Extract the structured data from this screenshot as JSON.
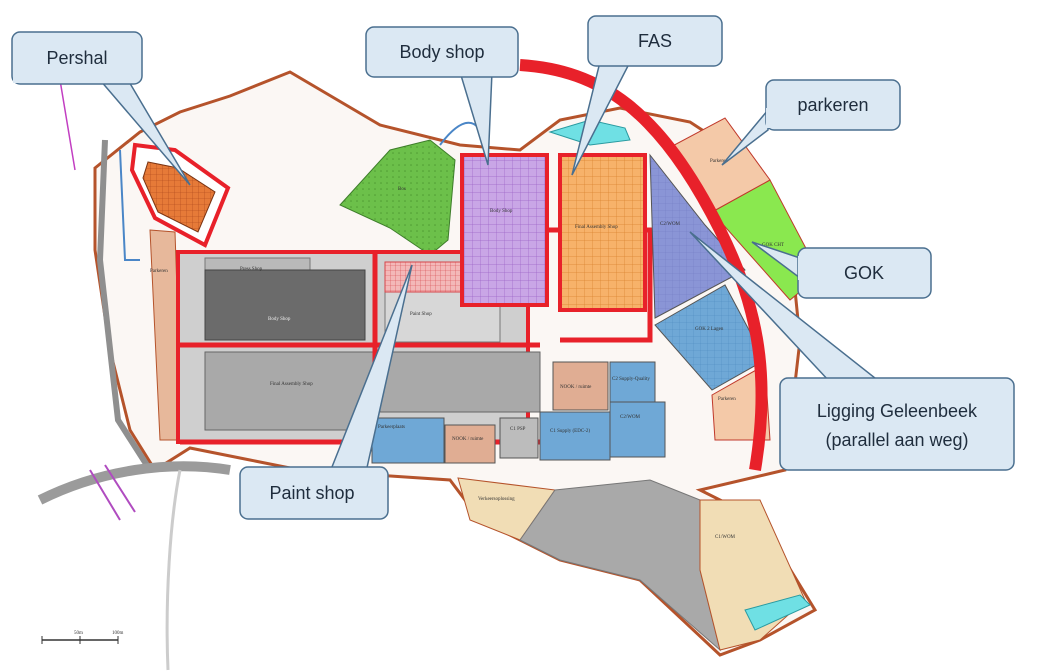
{
  "callouts": {
    "pershal": "Pershal",
    "body_shop": "Body shop",
    "fas": "FAS",
    "parkeren": "parkeren",
    "gok": "GOK",
    "geleenbeek_line1": "Ligging Geleenbeek",
    "geleenbeek_line2": "(parallel aan weg)",
    "paint_shop": "Paint shop"
  },
  "plan_labels": {
    "press_shop": "Press Shop",
    "body_shop_left": "Body Shop",
    "paint_shop_mid": "Paint Shop",
    "final_assembly_left": "Final Assembly Shop",
    "body_shop_top": "Body Shop",
    "final_assembly_top": "Final Assembly Shop",
    "parkeren_left": "Parkeren",
    "bos": "Bos",
    "c2wom": "C2/WOM",
    "gok_2lagen": "GOK 2 Lagen",
    "gok_cht": "GOK CHT",
    "parkeren_top": "Parkeren",
    "parkeren_right": "Parkeren",
    "nook_1": "NOOK / ruimte",
    "c2_supply": "C2 Supply-Quality",
    "c2wom_2": "C2/WOM",
    "c1_supply": "C1 Supply (EDC-2)",
    "c1_psp": "C1 PSP",
    "nook_2": "NOOK / ruimte",
    "parkeerplaats": "Parkeerplaats",
    "verkeersopl": "Verkeersoplossing",
    "c1wom": "C1/WOM"
  },
  "scale_bar": {
    "label_mid": "50m",
    "label_end": "100m"
  },
  "colors": {
    "callout_fill": "#dbe8f3",
    "callout_stroke": "#4a6f8f",
    "site_border": "#b5532b",
    "road_red": "#e8212a",
    "body_shop_purple": "#c9a6e6",
    "fas_orange": "#f7b26a",
    "c2wom_blue": "#8a95d6",
    "gok_blue": "#6fa8d6",
    "gok_green": "#8ae84f",
    "parking_peach": "#f4c9a8",
    "forest_green": "#6cc04a",
    "grey_building": "#a9a9a9"
  }
}
